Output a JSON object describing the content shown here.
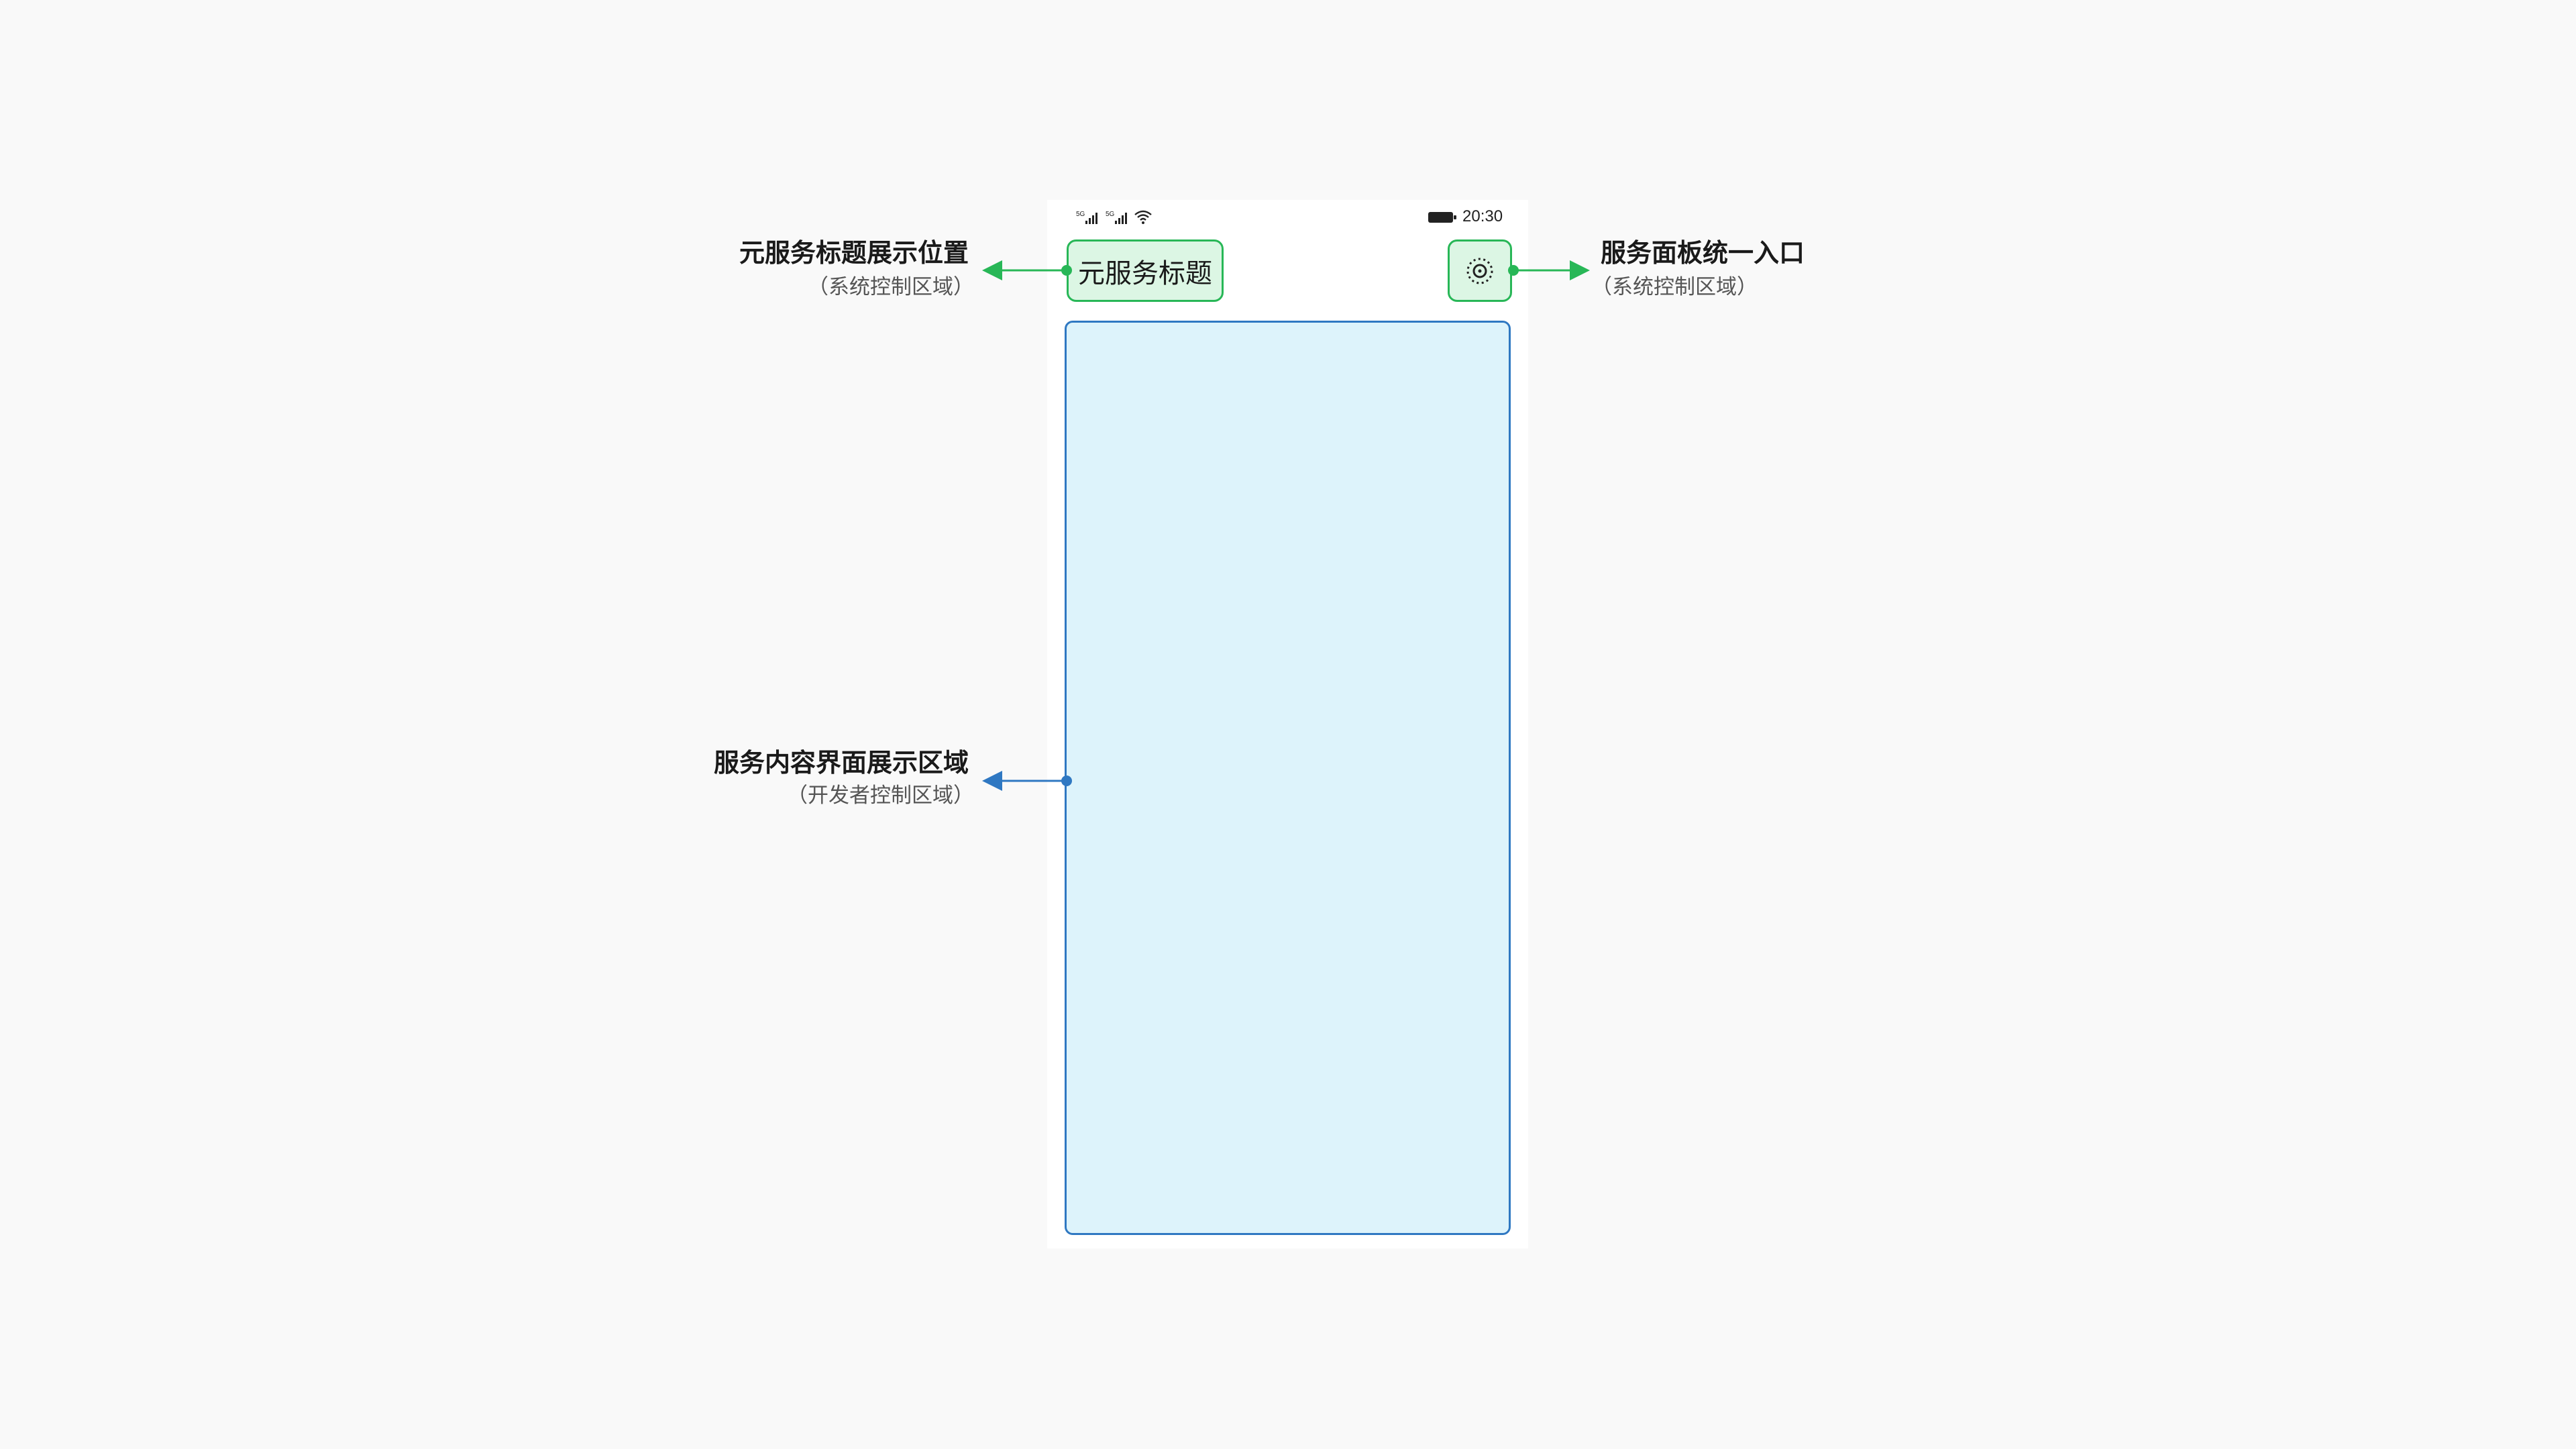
{
  "status_bar": {
    "signal_1": "5G",
    "signal_2": "5G",
    "time": "20:30"
  },
  "mini_program": {
    "title": "元服务标题"
  },
  "annotations": {
    "title_position": {
      "label": "元服务标题展示位置",
      "sub": "（系统控制区域）"
    },
    "panel_entry": {
      "label": "服务面板统一入口",
      "sub": "（系统控制区域）"
    },
    "content_area": {
      "label": "服务内容界面展示区域",
      "sub": "（开发者控制区域）"
    }
  },
  "colors": {
    "system_accent": "#28b757",
    "system_fill": "#dcf6e4",
    "developer_accent": "#2f78c2",
    "developer_fill": "#ddf3fb",
    "background": "#f9f9f9"
  },
  "icons": [
    "signal-icon",
    "wifi-icon",
    "battery-icon",
    "service-panel-icon"
  ]
}
